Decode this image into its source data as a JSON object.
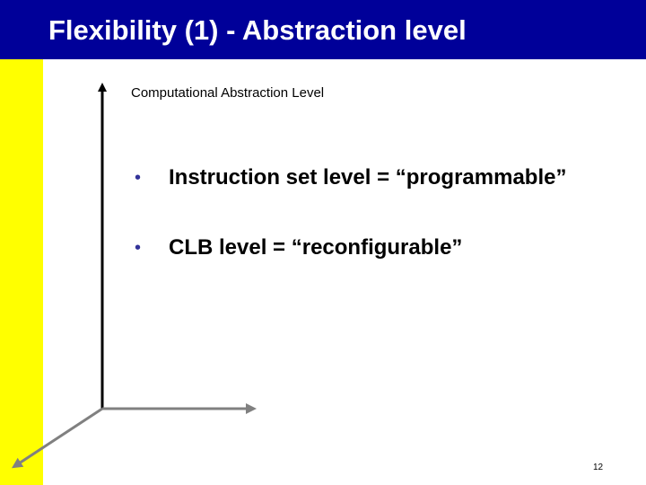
{
  "slide": {
    "title": "Flexibility (1) - Abstraction level",
    "axis_label": "Computational Abstraction Level",
    "bullets": [
      {
        "text": "Instruction set level = “programmable”"
      },
      {
        "text": "CLB level = “reconfigurable”"
      }
    ],
    "bullet_symbol": "•",
    "page_number": "12"
  },
  "colors": {
    "title_bar": "#000099",
    "side_bar": "#ffff00",
    "title_text": "#ffffff",
    "axis_vertical": "#000000",
    "axis_other": "#808080"
  }
}
